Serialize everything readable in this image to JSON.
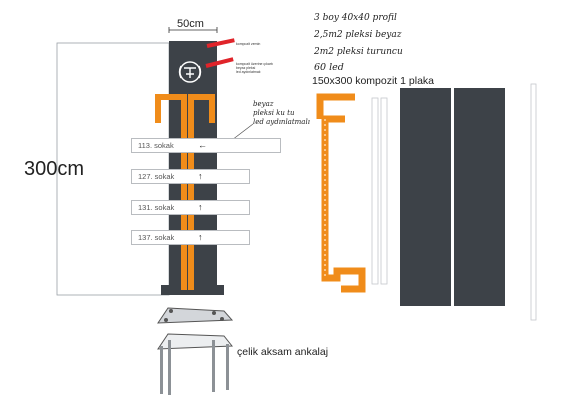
{
  "dimensions": {
    "width": "50cm",
    "height": "300cm"
  },
  "notes": {
    "profile": "3 boy 40x40 profil",
    "white_plexi": "2,5m2 pleksi beyaz",
    "orange_plexi": "2m2 pleksi turuncu",
    "led": "60 led",
    "composite": "150x300 kompozit 1 plaka",
    "anchor": "çelik aksam ankalaj",
    "plexi_box_line1": "beyaz",
    "plexi_box_line2": "pleksi ku tu",
    "plexi_box_line3": "led aydınlatmalı"
  },
  "tiny_labels": {
    "composite_label": "kompozit zemin",
    "logo_line1": "kompozit üzerine çıkartı",
    "logo_line2": "beyaz pleksi",
    "logo_line3": "led aydınlatmalı"
  },
  "signs": [
    {
      "label": "113. sokak",
      "arrow": "←"
    },
    {
      "label": "127. sokak",
      "arrow": "↑"
    },
    {
      "label": "131. sokak",
      "arrow": "↑"
    },
    {
      "label": "137. sokak",
      "arrow": "↑"
    }
  ],
  "colors": {
    "pillar": "#3d4248",
    "orange": "#f08c1a",
    "callout_red": "#e0242a",
    "sign_border": "#b9bcc0",
    "steel": "#8c9196"
  }
}
